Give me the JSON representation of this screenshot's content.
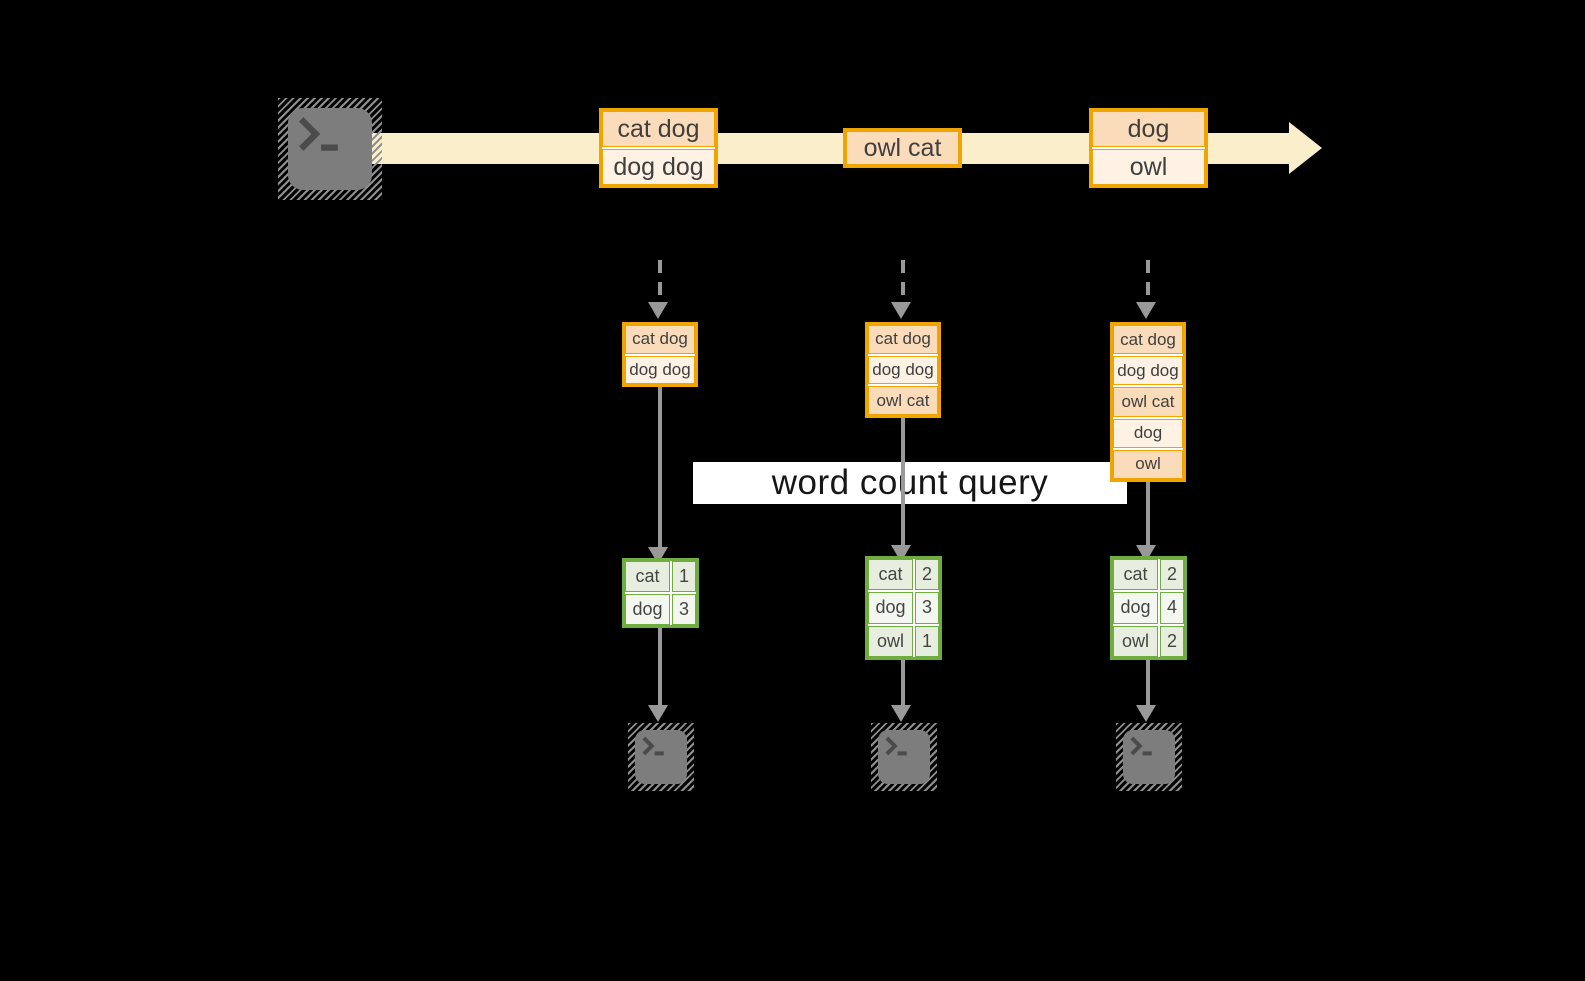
{
  "query_label": "word count query",
  "stream": {
    "batches": [
      {
        "cells": [
          "cat dog",
          "dog dog"
        ]
      },
      {
        "cells": [
          "owl cat"
        ]
      },
      {
        "cells": [
          "dog",
          "owl"
        ]
      }
    ]
  },
  "stages": [
    {
      "input_rows": [
        "cat dog",
        "dog dog"
      ],
      "count_rows": [
        {
          "word": "cat",
          "count": "1"
        },
        {
          "word": "dog",
          "count": "3"
        }
      ]
    },
    {
      "input_rows": [
        "cat dog",
        "dog dog",
        "owl cat"
      ],
      "count_rows": [
        {
          "word": "cat",
          "count": "2"
        },
        {
          "word": "dog",
          "count": "3"
        },
        {
          "word": "owl",
          "count": "1"
        }
      ]
    },
    {
      "input_rows": [
        "cat dog",
        "dog dog",
        "owl cat",
        "dog",
        "owl"
      ],
      "count_rows": [
        {
          "word": "cat",
          "count": "2"
        },
        {
          "word": "dog",
          "count": "4"
        },
        {
          "word": "owl",
          "count": "2"
        }
      ]
    }
  ],
  "icons": {
    "source": "terminal-prompt-icon",
    "sinks": [
      "terminal-prompt-icon",
      "terminal-prompt-icon",
      "terminal-prompt-icon"
    ]
  },
  "colors": {
    "background": "#000000",
    "stream_band": "#fbeeca",
    "orange_border": "#f0a400",
    "orange_cell_dark": "#fadcba",
    "orange_cell_light": "#fdf2e4",
    "green_border": "#6fae3e",
    "green_cell_dark": "#e7eedf",
    "green_cell_light": "#f3f7ef",
    "arrow_gray": "#999999",
    "terminal_gray": "#7d7d7d",
    "text_dark": "#3f3f3f",
    "query_text": "#161616"
  }
}
